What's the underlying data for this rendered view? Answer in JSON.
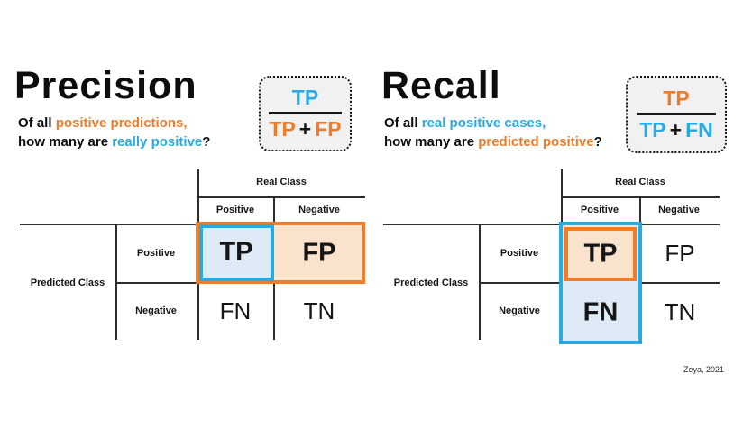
{
  "colors": {
    "orange": "#ED7D2B",
    "blue": "#29ABE2",
    "light_orange": "#FAE3CD",
    "light_blue": "#DEEAF6"
  },
  "precision": {
    "title": "Precision",
    "subtitle": {
      "line1_prefix": "Of all ",
      "line1_highlight": "positive predictions,",
      "line2_prefix": "how many are ",
      "line2_highlight": "really positive",
      "line2_suffix": "?"
    },
    "formula": {
      "numerator": "TP",
      "denominator_first": "TP",
      "denominator_operator": "+",
      "denominator_second": "FP"
    }
  },
  "recall": {
    "title": "Recall",
    "subtitle": {
      "line1_prefix": "Of all ",
      "line1_highlight": "real positive cases,",
      "line2_prefix": "how many are ",
      "line2_highlight": "predicted positive",
      "line2_suffix": "?"
    },
    "formula": {
      "numerator": "TP",
      "denominator_first": "TP",
      "denominator_operator": "+",
      "denominator_second": "FN"
    }
  },
  "precision_matrix": {
    "real_class_label": "Real Class",
    "predicted_class_label": "Predicted Class",
    "columns": [
      "Positive",
      "Negative"
    ],
    "rows": [
      "Positive",
      "Negative"
    ],
    "cells": {
      "tp": "TP",
      "fp": "FP",
      "fn": "FN",
      "tn": "TN"
    }
  },
  "recall_matrix": {
    "real_class_label": "Real Class",
    "predicted_class_label": "Predicted Class",
    "columns": [
      "Positive",
      "Negative"
    ],
    "rows": [
      "Positive",
      "Negative"
    ],
    "cells": {
      "tp": "TP",
      "fp": "FP",
      "fn": "FN",
      "tn": "TN"
    }
  },
  "signature": "Zeya, 2021"
}
